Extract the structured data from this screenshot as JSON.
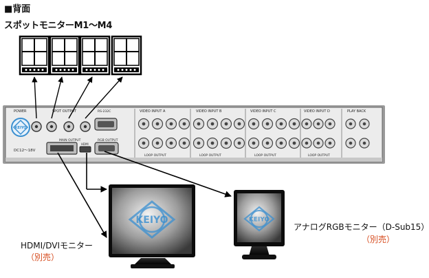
{
  "header": {
    "section_title": "■背面",
    "spot_monitors_label": "スポットモニターM1～M4"
  },
  "panel": {
    "brand": "KEIYO",
    "power_label": "POWER",
    "voltage_label": "DC12～18V",
    "spot_output_label": "SPOT OUTPUT",
    "rs232_label": "RS-232C",
    "main_output_label": "MAIN OUTPUT",
    "hdmi_label": "HDMI",
    "rgb_output_label": "RGB OUTPUT",
    "video_inputs": [
      {
        "label": "VIDEO INPUT A",
        "loop_label": "LOOP OUTPUT"
      },
      {
        "label": "VIDEO INPUT B",
        "loop_label": "LOOP OUTPUT"
      },
      {
        "label": "VIDEO INPUT C",
        "loop_label": "LOOP OUTPUT"
      },
      {
        "label": "VIDEO INPUT D",
        "loop_label": "LOOP OUTPUT"
      }
    ],
    "playback_label": "PLAY BACK"
  },
  "monitors": {
    "hdmi_label": "HDMI/DVIモニター",
    "hdmi_note": "（別売）",
    "rgb_label": "アナログRGBモニター（D-Sub15）",
    "rgb_note": "（別売）",
    "logo_text": "KEIYO"
  },
  "colors": {
    "accent_note": "#d64a1c",
    "panel_face": "#e9e9e9",
    "logo_blue": "#3a8fd0"
  }
}
